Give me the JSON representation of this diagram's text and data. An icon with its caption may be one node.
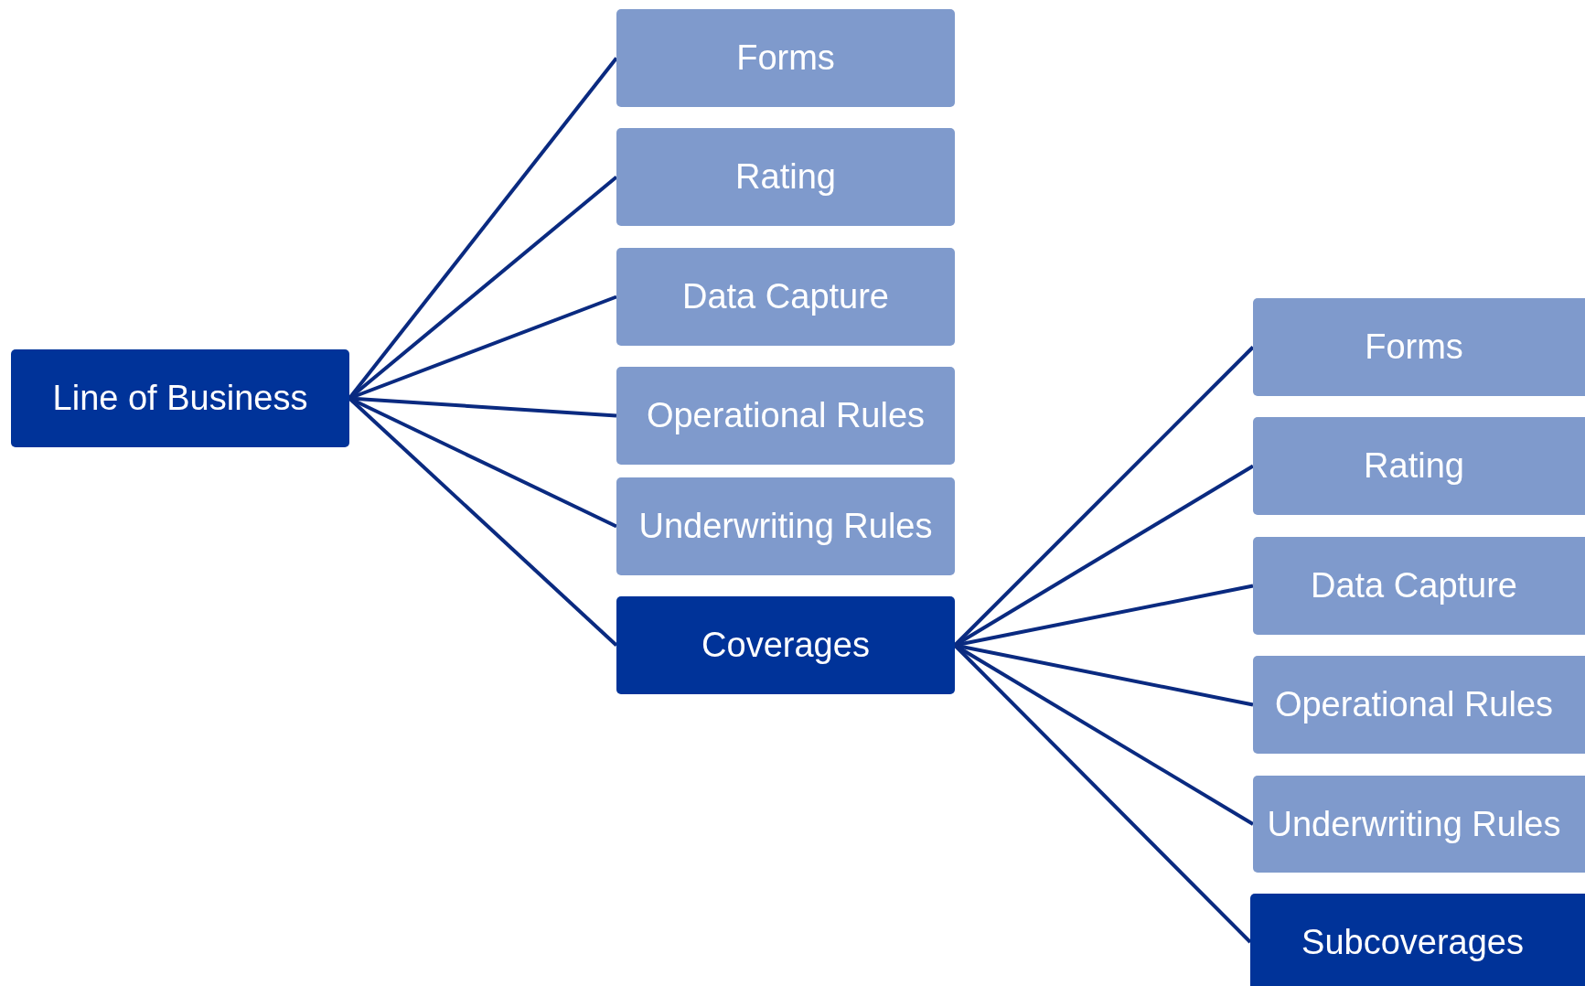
{
  "diagram": {
    "nodes": [
      {
        "text": [
          "Line of Business"
        ]
      },
      {
        "text": [
          "Forms"
        ]
      },
      {
        "text": [
          "Rating"
        ]
      },
      {
        "text": [
          "Data Capture"
        ]
      },
      {
        "text": [
          "Operational Rules"
        ]
      },
      {
        "text": [
          "Underwriting Rules"
        ]
      },
      {
        "text": [
          "Coverages"
        ]
      },
      {
        "text": [
          "Forms"
        ]
      },
      {
        "text": [
          "Rating"
        ]
      },
      {
        "text": [
          "Data Capture"
        ]
      },
      {
        "text": [
          "Operational Rules"
        ]
      },
      {
        "text": [
          "Underwriting Rules"
        ]
      },
      {
        "text": [
          "Subcoverages"
        ]
      }
    ],
    "edges": [
      {
        "from": 0,
        "to": 1,
        "arrow": "none"
      },
      {
        "from": 0,
        "to": 2,
        "arrow": "none"
      },
      {
        "from": 0,
        "to": 3,
        "arrow": "none"
      },
      {
        "from": 0,
        "to": 4,
        "arrow": "none"
      },
      {
        "from": 0,
        "to": 5,
        "arrow": "none"
      },
      {
        "from": 0,
        "to": 6,
        "arrow": "none"
      },
      {
        "from": 6,
        "to": 7,
        "arrow": "none"
      },
      {
        "from": 6,
        "to": 8,
        "arrow": "none"
      },
      {
        "from": 6,
        "to": 9,
        "arrow": "none"
      },
      {
        "from": 6,
        "to": 10,
        "arrow": "none"
      },
      {
        "from": 6,
        "to": 11,
        "arrow": "none"
      },
      {
        "from": 6,
        "to": 12,
        "arrow": "none"
      }
    ]
  }
}
